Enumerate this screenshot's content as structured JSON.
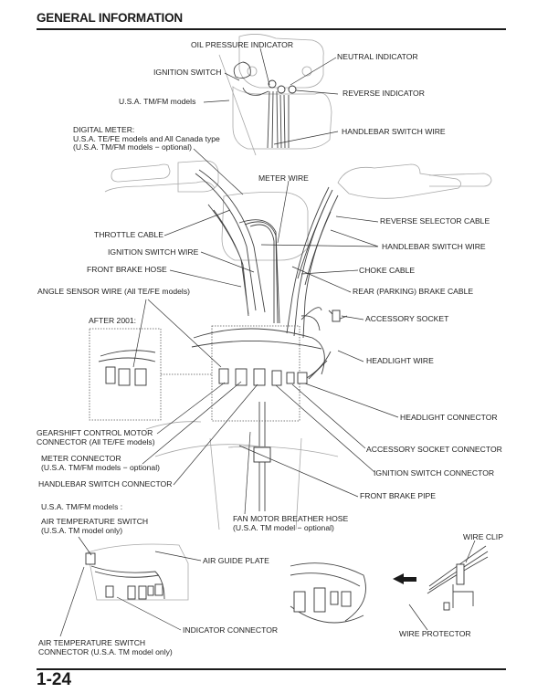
{
  "page": {
    "header": "GENERAL INFORMATION",
    "page_number": "1-24"
  },
  "labels": {
    "oil_pressure_indicator": "OIL PRESSURE INDICATOR",
    "neutral_indicator": "NEUTRAL INDICATOR",
    "ignition_switch": "IGNITION SWITCH",
    "reverse_indicator": "REVERSE INDICATOR",
    "usa_tm_fm_models": "U.S.A. TM/FM models",
    "digital_meter": "DIGITAL METER:\nU.S.A. TE/FE models and All Canada type\n(U.S.A. TM/FM models − optional)",
    "handlebar_switch_wire_top": "HANDLEBAR SWITCH WIRE",
    "meter_wire": "METER WIRE",
    "reverse_selector_cable": "REVERSE SELECTOR CABLE",
    "throttle_cable": "THROTTLE CABLE",
    "handlebar_switch_wire": "HANDLEBAR SWITCH WIRE",
    "ignition_switch_wire": "IGNITION SWITCH WIRE",
    "front_brake_hose": "FRONT BRAKE HOSE",
    "choke_cable": "CHOKE CABLE",
    "angle_sensor_wire": "ANGLE SENSOR WIRE (All TE/FE models)",
    "rear_parking_brake_cable": "REAR (PARKING) BRAKE CABLE",
    "after_2001": "AFTER 2001:",
    "accessory_socket": "ACCESSORY SOCKET",
    "headlight_wire": "HEADLIGHT WIRE",
    "headlight_connector": "HEADLIGHT CONNECTOR",
    "gearshift_control_motor_connector": "GEARSHIFT CONTROL MOTOR\nCONNECTOR (All TE/FE models)",
    "accessory_socket_connector": "ACCESSORY SOCKET CONNECTOR",
    "meter_connector": "METER CONNECTOR\n(U.S.A. TM/FM models − optional)",
    "ignition_switch_connector": "IGNITION SWITCH CONNECTOR",
    "handlebar_switch_connector": "HANDLEBAR SWITCH CONNECTOR",
    "front_brake_pipe": "FRONT BRAKE PIPE",
    "usa_tm_fm_models_2": "U.S.A. TM/FM models :",
    "air_temperature_switch": "AIR TEMPERATURE SWITCH\n(U.S.A. TM model only)",
    "fan_motor_breather_hose": "FAN MOTOR BREATHER HOSE\n(U.S.A. TM model − optional)",
    "wire_clip": "WIRE CLIP",
    "air_guide_plate": "AIR GUIDE PLATE",
    "indicator_connector": "INDICATOR CONNECTOR",
    "wire_protector": "WIRE PROTECTOR",
    "air_temperature_switch_connector": "AIR TEMPERATURE SWITCH\nCONNECTOR (U.S.A. TM model only)"
  }
}
